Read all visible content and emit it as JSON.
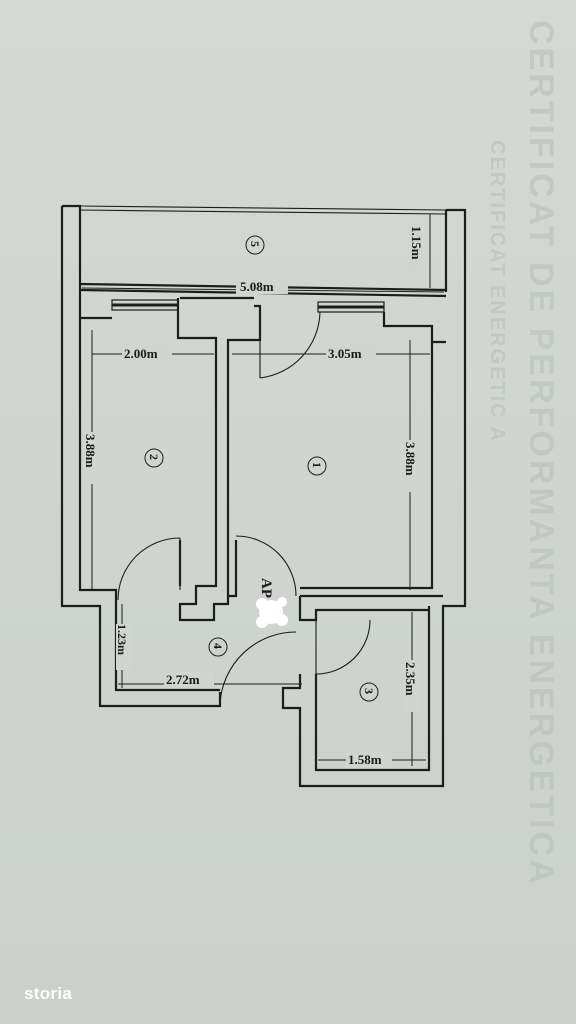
{
  "watermark": {
    "line1": "CERTIFICAT DE PERFORMANTA ENERGETICA",
    "line2": "CERTIFICAT ENERGETIC A"
  },
  "rooms": [
    {
      "number": "1"
    },
    {
      "number": "2"
    },
    {
      "number": "3"
    },
    {
      "number": "4"
    },
    {
      "number": "5"
    }
  ],
  "dimensions": {
    "balcony_depth": "1.15m",
    "balcony_width": "5.08m",
    "room2_width": "2.00m",
    "room1_width": "3.05m",
    "room2_length": "3.88m",
    "room1_length": "3.88m",
    "hall_depth": "1.23m",
    "hall_width": "2.72m",
    "room3_length": "2.35m",
    "room3_width": "1.58m"
  },
  "labels": {
    "ap": "AP"
  },
  "brand": {
    "logo_text": "storia"
  }
}
